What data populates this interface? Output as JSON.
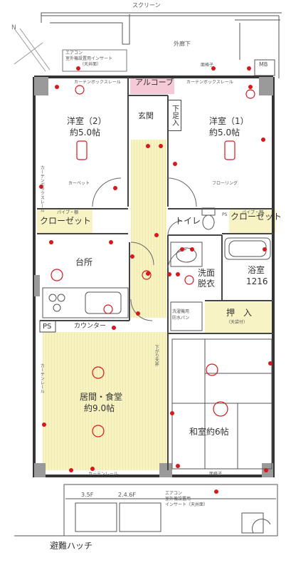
{
  "outside": {
    "screen": "スクリーン",
    "corridor": "外廊下",
    "north": "N",
    "mb": "MB",
    "lattice_top": "面格子",
    "ac_top": [
      "エアコン",
      "室外機設置用インサート",
      "（天井面）"
    ]
  },
  "rooms": {
    "alcove": "アルコーブ",
    "shoe_rack": "下足入",
    "entrance": "玄関",
    "western2": [
      "洋室（2）",
      "約5.0帖"
    ],
    "western1": [
      "洋室（1）",
      "約5.0帖"
    ],
    "carpet": "カーペット",
    "flooring": "フローリング",
    "pipe_l": "パイプ・棚",
    "pipe_r": "パイプ・棚",
    "closet_l": "クローゼット",
    "closet_r": "クローゼット",
    "ps_top": "PS",
    "toilet": "トイレ",
    "kitchen": "台所",
    "washroom": [
      "洗面",
      "脱衣"
    ],
    "bathroom": [
      "浴室",
      "1216"
    ],
    "washer": [
      "洗濯機用",
      "防水パン"
    ],
    "oshiire": [
      "押　入",
      "（天袋付）"
    ],
    "ps_left": "PS",
    "counter": "カウンター",
    "lowered": "下がり天井",
    "living": [
      "居間・食堂",
      "約9.0帖"
    ],
    "japanese": "和室約6帖",
    "curtain_rail_top_l": "カーテンボックスレール",
    "curtain_rail_top_r": "カーテンボックスレール",
    "curtain_rail_side": "カーテンボックスレール",
    "curtain_rail_living": "カーテンレール",
    "curtain_rail_bottom": "カーテンレール",
    "lattice_bottom": "面格子"
  },
  "balcony": {
    "dim1": "3.5F",
    "dim2": "2.4.6F",
    "ac_bottom": [
      "エアコン",
      "室外機設置用",
      "インサート（天井面）"
    ],
    "hatch": "避難ハッチ"
  },
  "colors": {
    "outlet": "#d9161c",
    "hatch": "#f4f0b2",
    "alcove": "#f5c9d6",
    "wall": "#333333"
  }
}
